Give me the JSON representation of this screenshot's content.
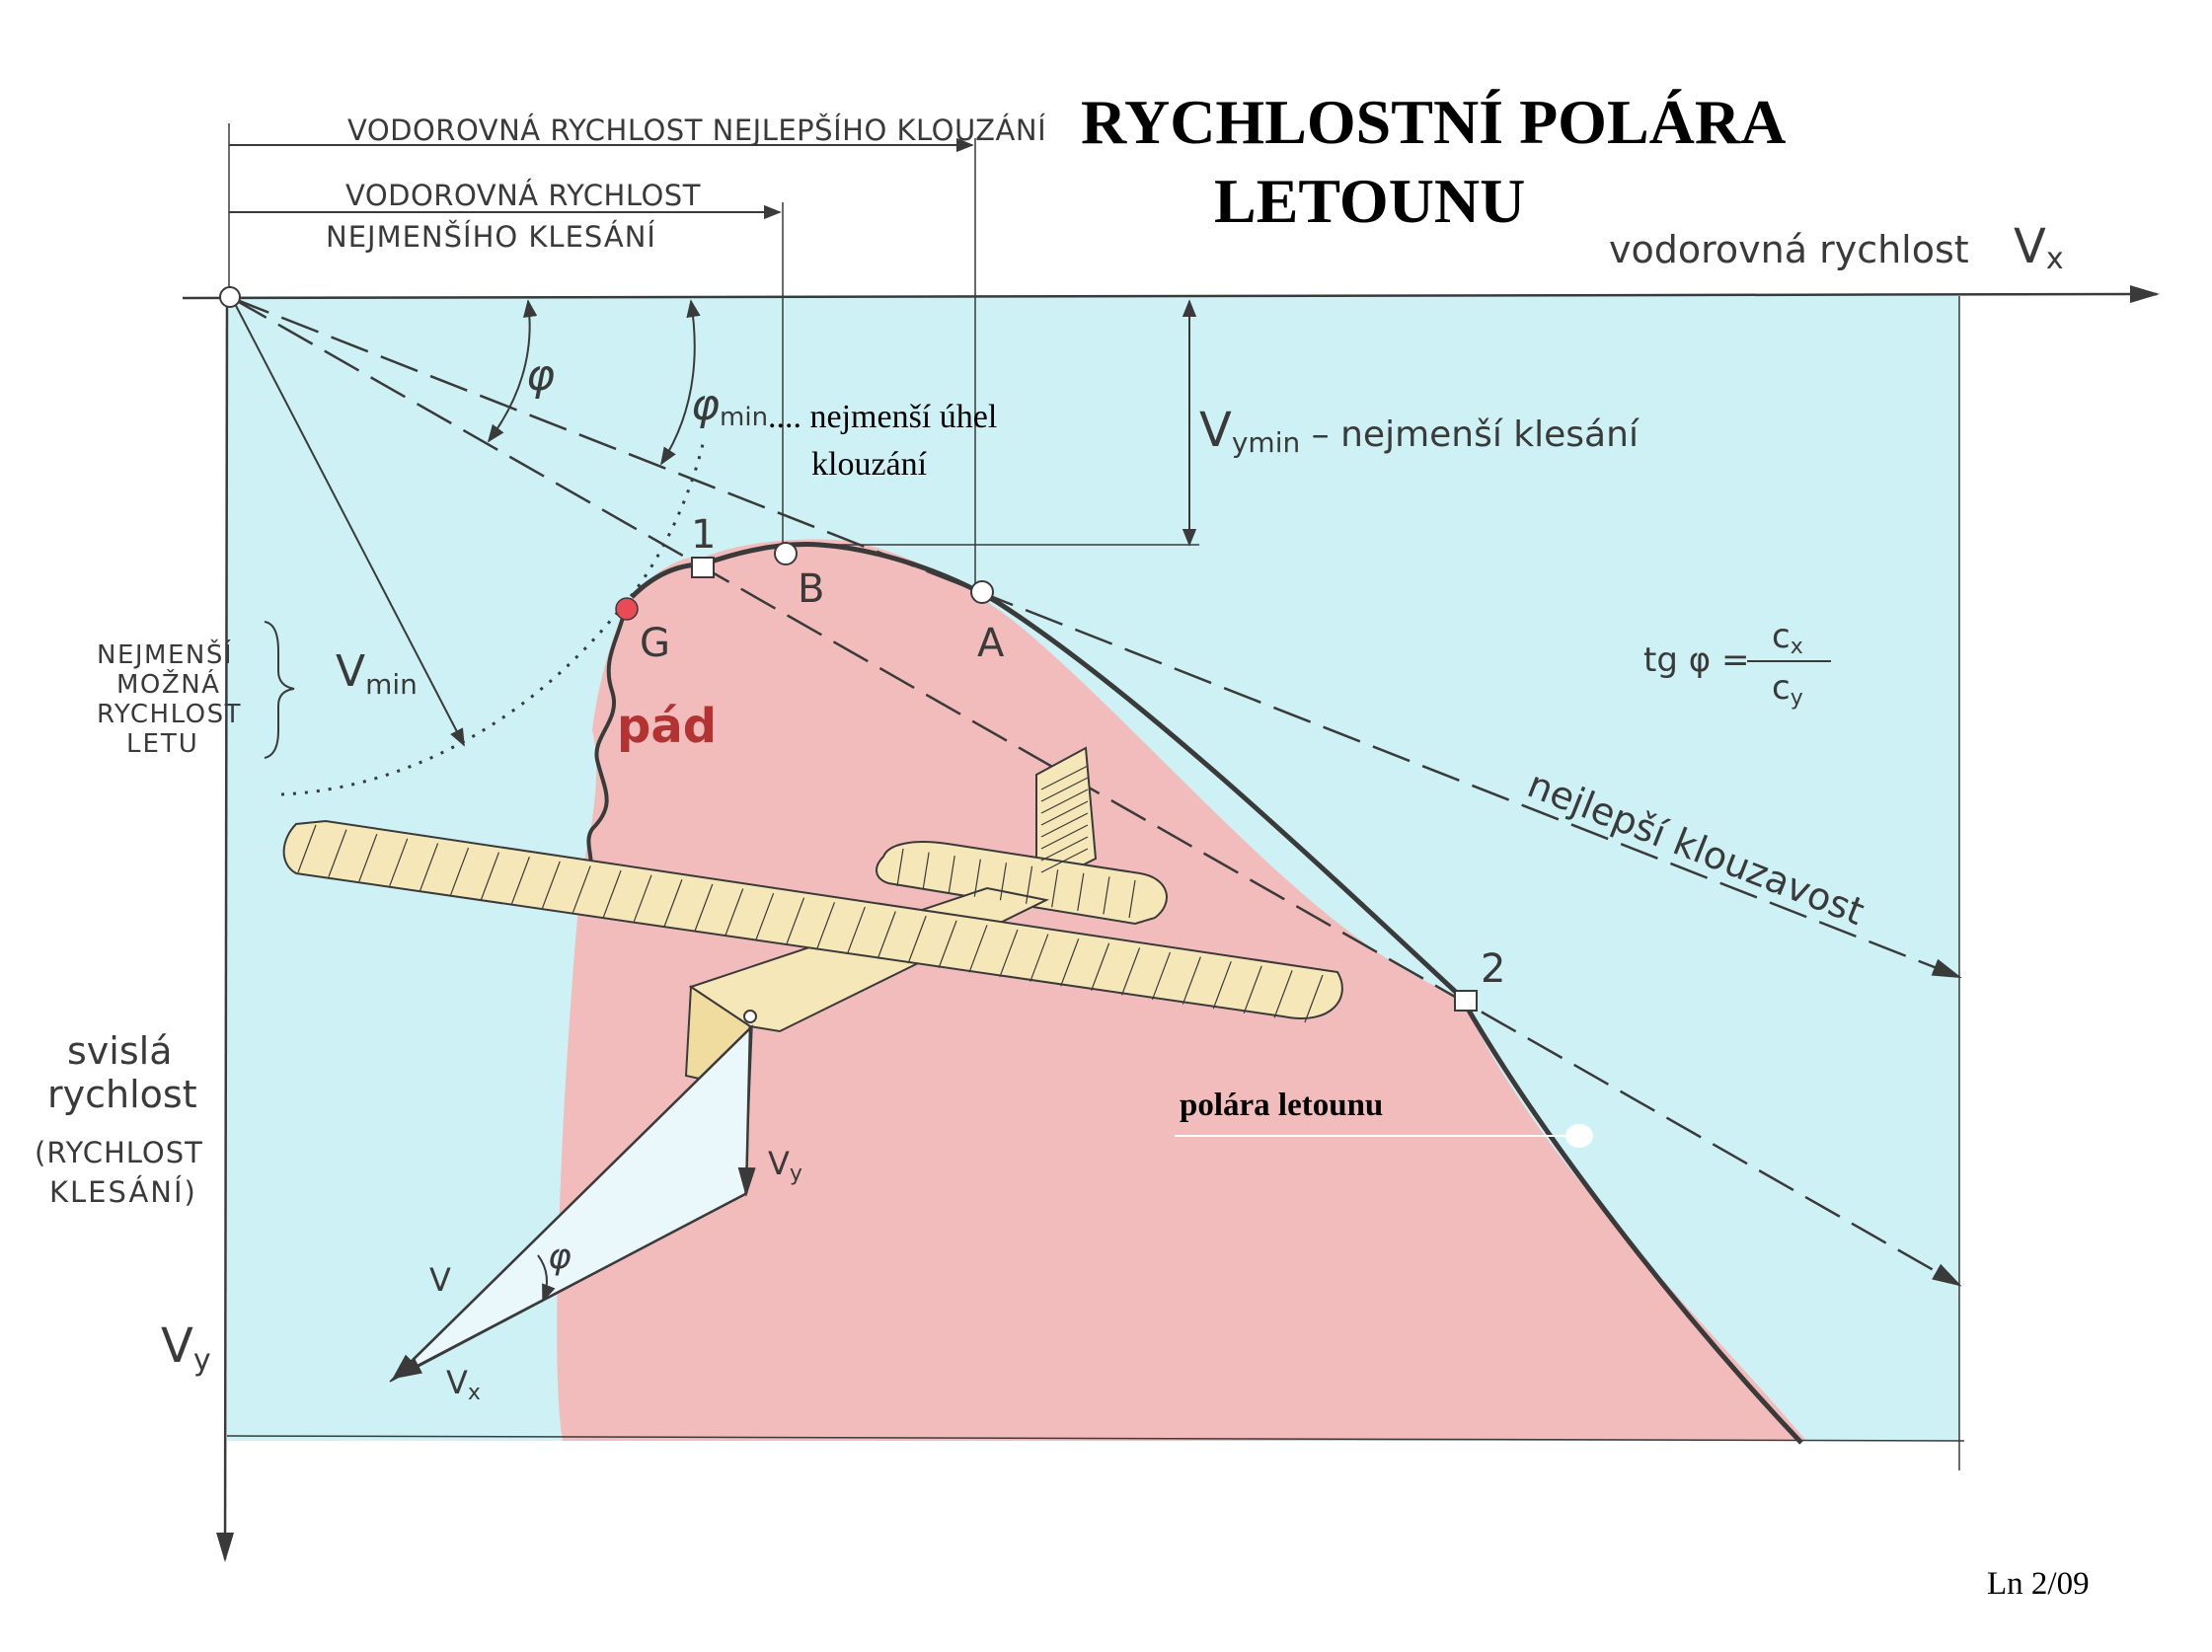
{
  "title": {
    "line1": "RYCHLOSTNÍ  POLÁRA",
    "line2": "LETOUNU"
  },
  "top_labels": {
    "best_glide_speed": "VODOROVNÁ RYCHLOST NEJLEPŠÍHO KLOUZÁNÍ",
    "min_sink_speed_line1": "VODOROVNÁ RYCHLOST",
    "min_sink_speed_line2": "NEJMENŠÍHO KLESÁNÍ"
  },
  "axes": {
    "x_label": "vodorovná rychlost",
    "x_symbol": "V",
    "x_sub": "x",
    "y_symbol": "V",
    "y_sub": "y",
    "y_label_line1": "svislá",
    "y_label_line2": "rychlost",
    "y_label_line3": "(RYCHLOST",
    "y_label_line4": "KLESÁNÍ)"
  },
  "labels": {
    "phi": "φ",
    "phi_min": "φ",
    "phi_min_sub": "min",
    "min_glide_angle_line1": ".... nejmenší úhel",
    "min_glide_angle_line2": "klouzání",
    "vy_min_symbol": "V",
    "vy_min_sub": "ymin",
    "vy_min_text": " – nejmenší klesání",
    "min_speed_line1": "NEJMENŠÍ",
    "min_speed_line2": "MOŽNÁ",
    "min_speed_line3": "RYCHLOST",
    "min_speed_line4": "LETU",
    "vmin_symbol": "V",
    "vmin_sub": "min",
    "stall": "pád",
    "best_glide": "nejlepší klouzavost",
    "polar": "polára letounu",
    "formula_lhs": "tg φ =",
    "formula_num": "c",
    "formula_num_sub": "x",
    "formula_den": "c",
    "formula_den_sub": "y",
    "v_vector": "V",
    "vx_vector": "V",
    "vx_vector_sub": "x",
    "vy_vector": "V",
    "vy_vector_sub": "y",
    "phi_small": "φ"
  },
  "points": {
    "p1": "1",
    "p2": "2",
    "pA": "A",
    "pB": "B",
    "pG": "G"
  },
  "footer": "Ln 2/09",
  "colors": {
    "background_field": "#cdf1f4",
    "polar_region": "#f3bcbc",
    "aircraft_fill": "#f6e7b8",
    "line": "#3a3a3a",
    "stall_text": "#b33333",
    "stall_dot": "#e94a55"
  }
}
